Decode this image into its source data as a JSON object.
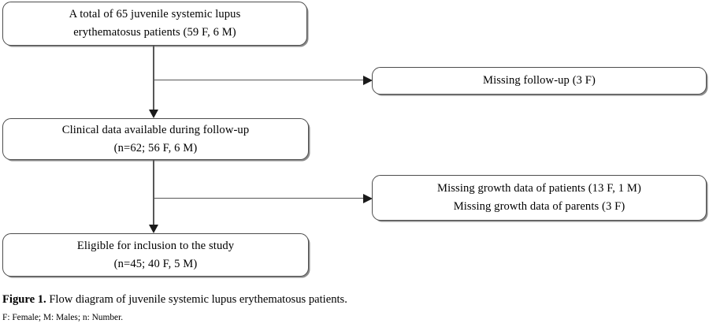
{
  "figure": {
    "caption_label": "Figure 1.",
    "caption_text": " Flow diagram of juvenile systemic lupus erythematosus patients.",
    "footnote": "F: Female; M: Males; n: Number."
  },
  "diagram": {
    "type": "flow-diagram",
    "nodes": {
      "total": {
        "line1": "A total of 65 juvenile systemic lupus",
        "line2": "erythematosus patients (59 F, 6 M)"
      },
      "missing_followup": {
        "line1": "Missing follow-up (3 F)"
      },
      "clinical": {
        "line1": "Clinical data available during follow-up",
        "line2": "(n=62; 56 F, 6 M)"
      },
      "missing_growth": {
        "line1": "Missing growth data of patients (13 F, 1 M)",
        "line2": "Missing growth data of parents (3 F)"
      },
      "eligible": {
        "line1": "Eligible for inclusion to the study",
        "line2": "(n=45; 40 F, 5 M)"
      }
    },
    "colors": {
      "box_border": "#4d4d4d",
      "connector": "#575757",
      "arrow": "#1a1a1a",
      "background": "#ffffff",
      "text": "#000000"
    }
  }
}
